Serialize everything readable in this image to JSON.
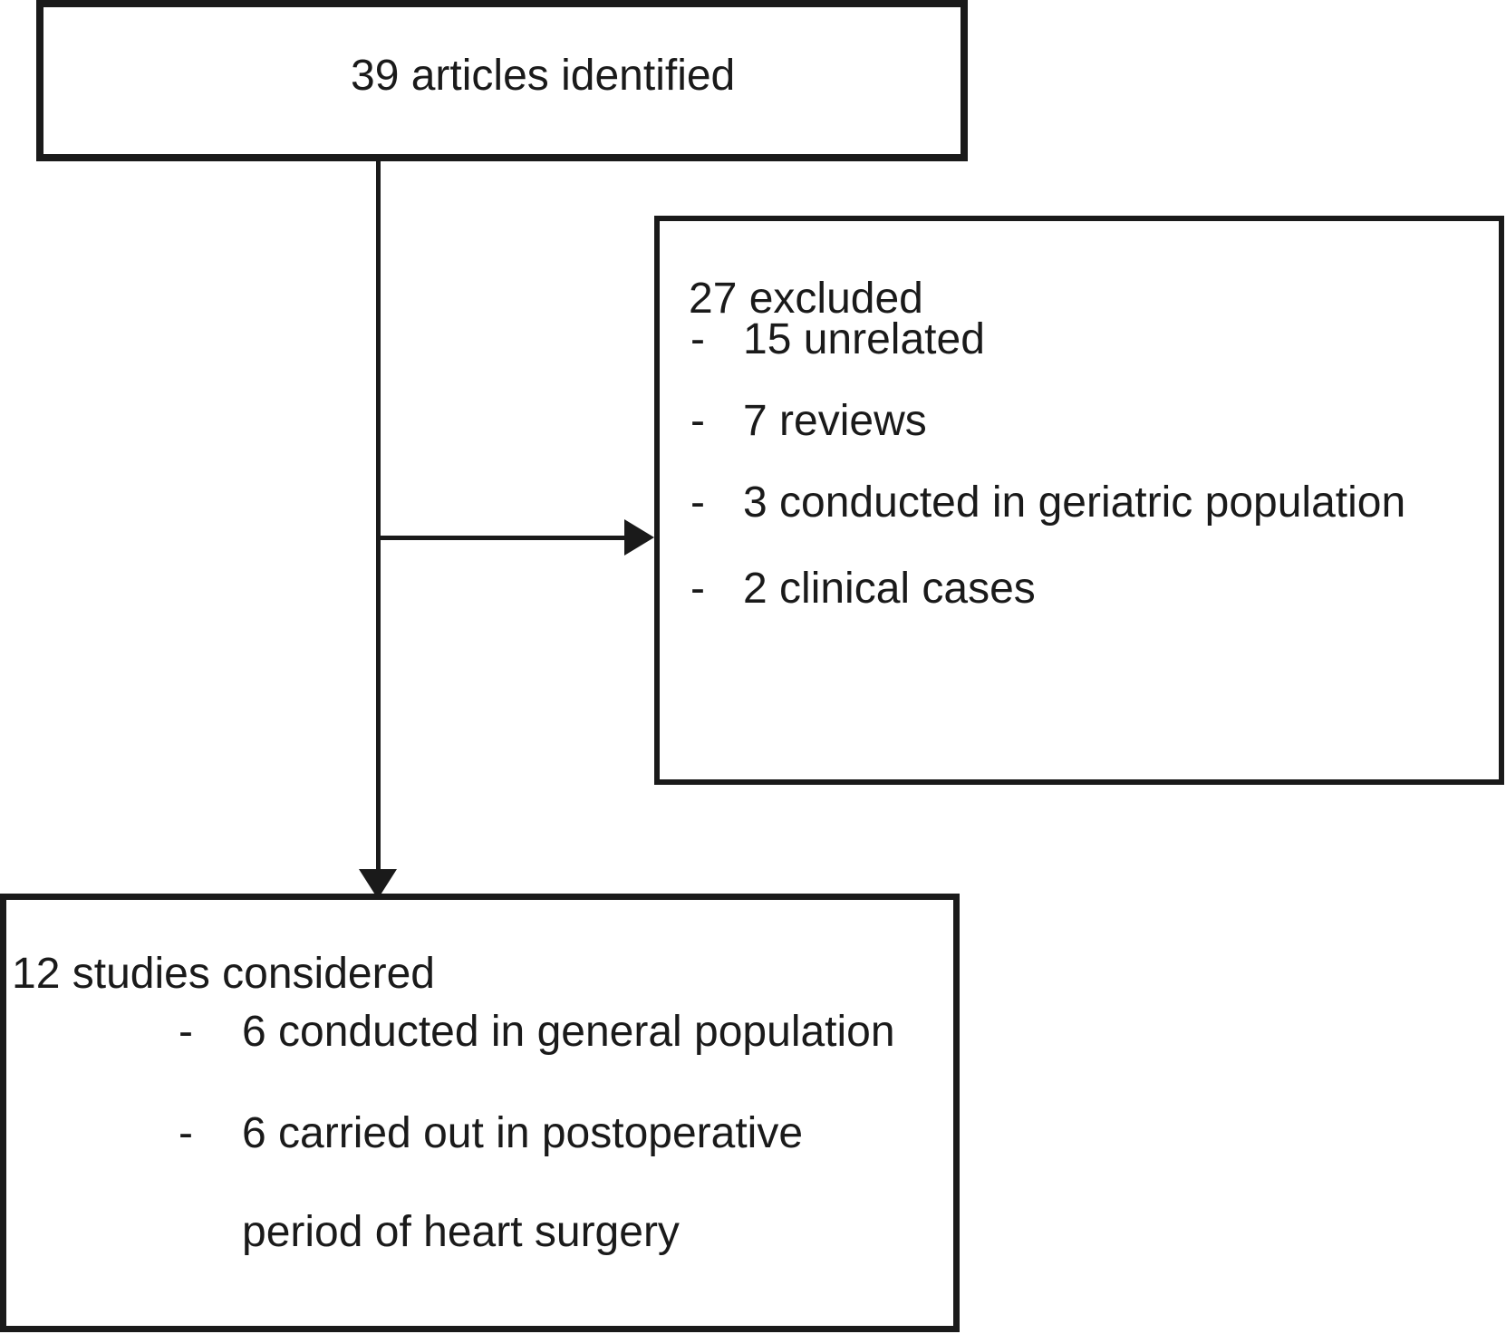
{
  "diagram": {
    "background": "#ffffff",
    "ink": "#1a1a1a",
    "top_box": {
      "label": "39 articles identified"
    },
    "excluded_box": {
      "title": "27 excluded",
      "bullet": "-",
      "items": [
        "15 unrelated",
        "7 reviews",
        "3 conducted in geriatric population",
        "2 clinical cases"
      ]
    },
    "considered_box": {
      "title": "12 studies considered",
      "bullet": "-",
      "items": [
        "6 conducted in general population",
        "6 carried out in postoperative"
      ],
      "continuation": "period of heart surgery"
    }
  }
}
